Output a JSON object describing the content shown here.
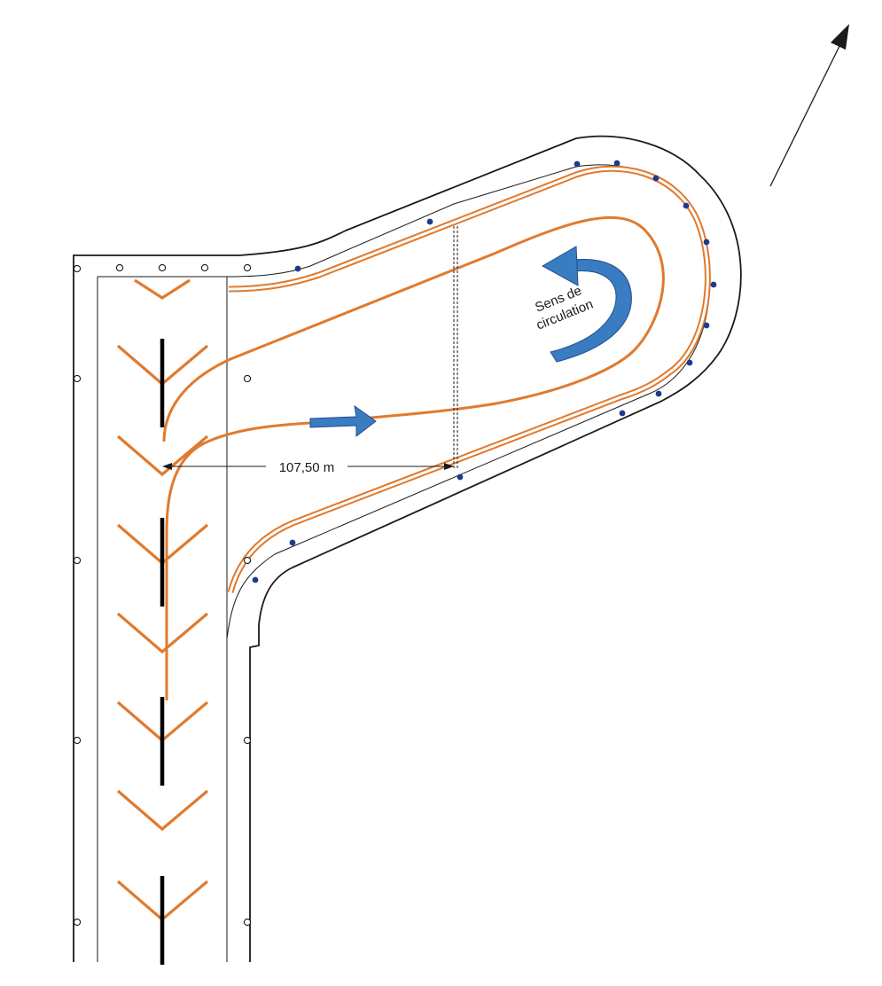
{
  "dimension": {
    "label": "107,50 m"
  },
  "annotation": {
    "line1": "Sens de",
    "line2": "circulation"
  },
  "colors": {
    "taxiway_line": "#E07A2E",
    "arrow": "#3A7CC2",
    "arrow_stroke": "#1F4F8A",
    "light_dot": "#1E3A8A",
    "outline": "#1a1a1a",
    "centerline": "#000000"
  }
}
